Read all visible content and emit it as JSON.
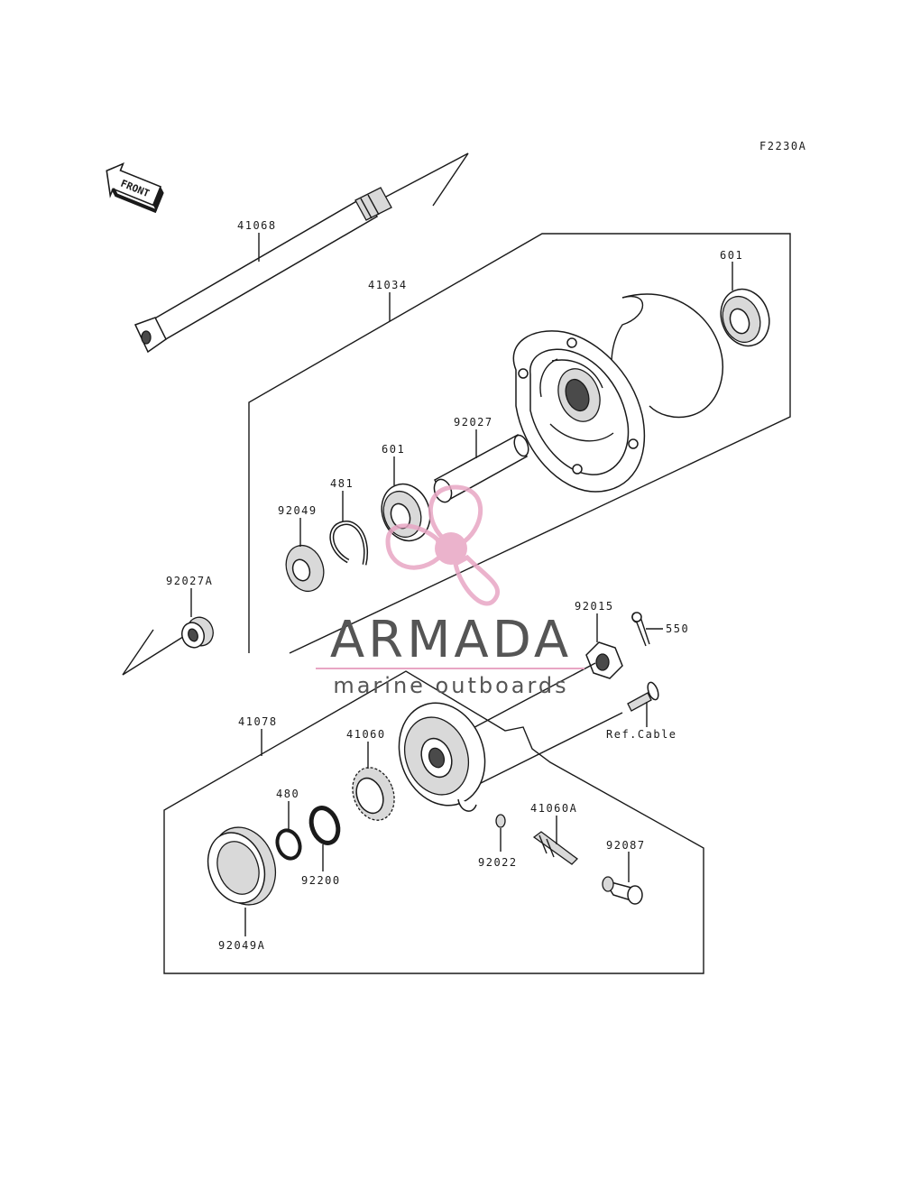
{
  "diagram_code": "F2230A",
  "front_label": "FRONT",
  "parts": {
    "p41068": "41068",
    "p41034": "41034",
    "p601_right": "601",
    "p92027": "92027",
    "p601_left": "601",
    "p481": "481",
    "p92049": "92049",
    "p92027A": "92027A",
    "p92015": "92015",
    "p550": "550",
    "p_ref_cable": "Ref.Cable",
    "p41078": "41078",
    "p41060": "41060",
    "p480": "480",
    "p92200": "92200",
    "p92049A": "92049A",
    "p92022": "92022",
    "p41060A": "41060A",
    "p92087": "92087"
  },
  "watermark": {
    "brand": "ARMADA",
    "tagline": "marine outboards",
    "color_brand": "#555555",
    "color_accent": "#e8a6c4"
  }
}
